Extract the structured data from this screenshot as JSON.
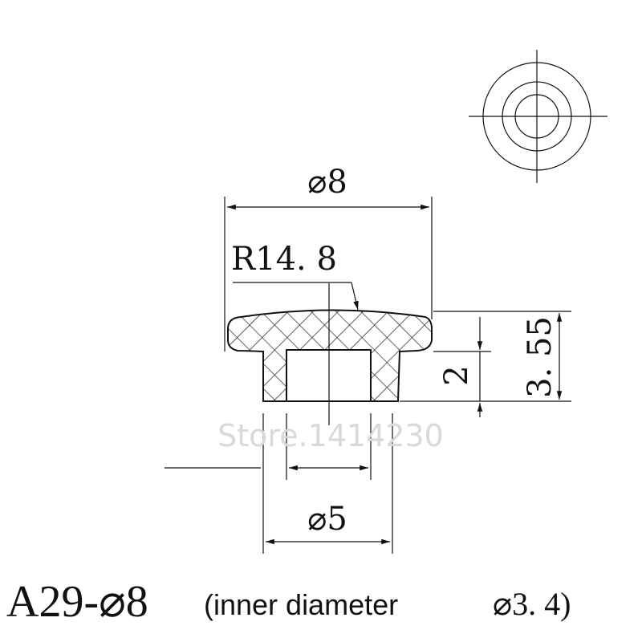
{
  "drawing": {
    "dim_outer_diameter": "⌀8",
    "dim_radius": "R14. 8",
    "dim_height_total": "3. 55",
    "dim_height_step": "2",
    "dim_shank_diameter": "⌀5",
    "watermark": "Store.1414230",
    "caption_model": "A29-⌀8",
    "caption_detail_prefix": "(inner diameter",
    "caption_detail_value": "⌀3. 4)",
    "line_color": "#111111",
    "hatch_color": "#333333"
  }
}
